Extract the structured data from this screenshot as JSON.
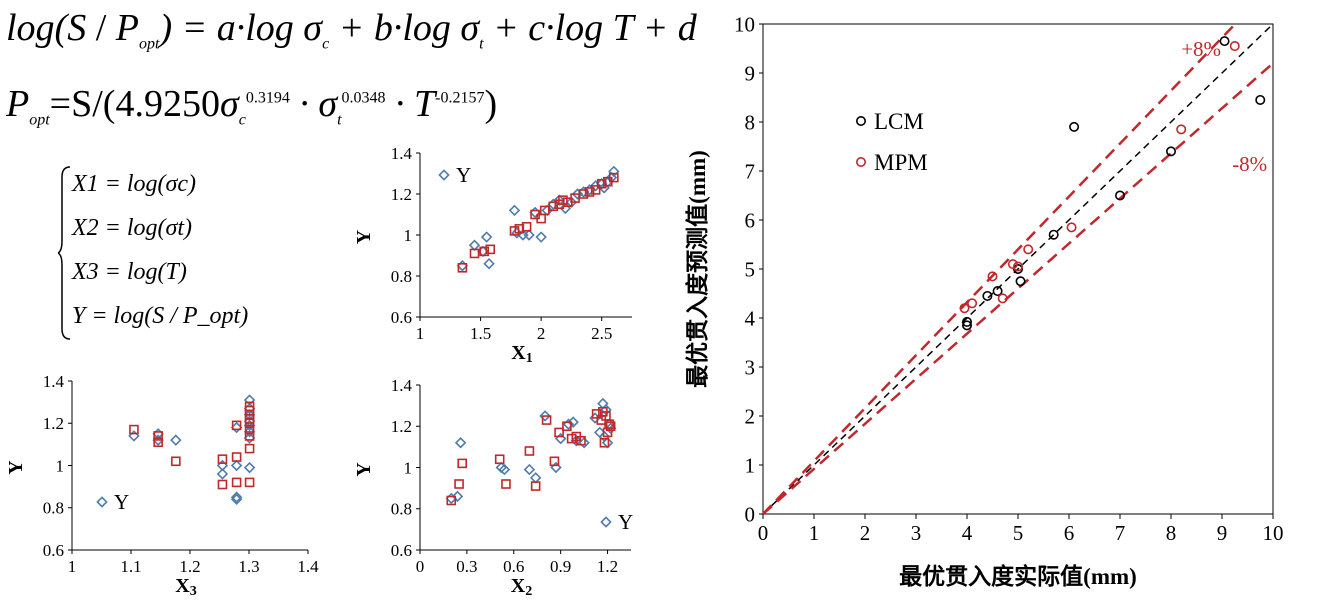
{
  "equations": {
    "model": "log(S / P_opt) = a·log σc + b·log σt + c·log T + d",
    "fit": "P_opt = S/(4.9250 σc^0.3194 · σt^0.0348 · T^-0.2157)",
    "fit_coef": "4.9250",
    "fit_exp_c": "0.3194",
    "fit_exp_t": "0.0348",
    "fit_exp_T": "-0.2157",
    "system": [
      "X1 = log(σc)",
      "X2 = log(σt)",
      "X3 = log(T)",
      "Y = log(S / P_opt)"
    ]
  },
  "chart_data": [
    {
      "id": "x1",
      "type": "scatter",
      "xlabel": "X1",
      "ylabel": "Y",
      "xlim": [
        1,
        2.75
      ],
      "ylim": [
        0.6,
        1.4
      ],
      "xticks": [
        1,
        1.5,
        2,
        2.5
      ],
      "xtick_labels": [
        "1",
        "1.5",
        "2",
        "2.5"
      ],
      "yticks": [
        0.6,
        0.8,
        1,
        1.2,
        1.4
      ],
      "ytick_labels": [
        "0.6",
        "0.8",
        "1",
        "1.2",
        "1.4"
      ],
      "legend_label": "Y",
      "legend_position": "top-left",
      "series": [
        {
          "marker": "diamond",
          "color": "#4f7cac",
          "points": [
            [
              1.35,
              0.85
            ],
            [
              1.45,
              0.95
            ],
            [
              1.52,
              0.92
            ],
            [
              1.55,
              0.99
            ],
            [
              1.57,
              0.86
            ],
            [
              1.78,
              1.12
            ],
            [
              1.8,
              1.01
            ],
            [
              1.85,
              1.0
            ],
            [
              1.9,
              1.0
            ],
            [
              1.95,
              1.11
            ],
            [
              2.0,
              0.99
            ],
            [
              2.05,
              1.12
            ],
            [
              2.1,
              1.15
            ],
            [
              2.15,
              1.17
            ],
            [
              2.2,
              1.13
            ],
            [
              2.25,
              1.16
            ],
            [
              2.3,
              1.2
            ],
            [
              2.35,
              1.21
            ],
            [
              2.4,
              1.22
            ],
            [
              2.45,
              1.24
            ],
            [
              2.5,
              1.25
            ],
            [
              2.52,
              1.23
            ],
            [
              2.55,
              1.26
            ],
            [
              2.58,
              1.28
            ],
            [
              2.6,
              1.31
            ]
          ]
        },
        {
          "marker": "square",
          "color": "#c0282c",
          "points": [
            [
              1.35,
              0.84
            ],
            [
              1.45,
              0.91
            ],
            [
              1.53,
              0.92
            ],
            [
              1.58,
              0.93
            ],
            [
              1.78,
              1.02
            ],
            [
              1.82,
              1.03
            ],
            [
              1.88,
              1.04
            ],
            [
              1.95,
              1.1
            ],
            [
              2.0,
              1.08
            ],
            [
              2.03,
              1.12
            ],
            [
              2.1,
              1.14
            ],
            [
              2.15,
              1.15
            ],
            [
              2.18,
              1.17
            ],
            [
              2.22,
              1.16
            ],
            [
              2.28,
              1.18
            ],
            [
              2.35,
              1.2
            ],
            [
              2.4,
              1.21
            ],
            [
              2.45,
              1.22
            ],
            [
              2.5,
              1.25
            ],
            [
              2.55,
              1.26
            ],
            [
              2.6,
              1.28
            ]
          ]
        }
      ]
    },
    {
      "id": "x3",
      "type": "scatter",
      "xlabel": "X3",
      "ylabel": "Y",
      "xlim": [
        1,
        1.4
      ],
      "ylim": [
        0.6,
        1.4
      ],
      "xticks": [
        1,
        1.1,
        1.2,
        1.3,
        1.4
      ],
      "xtick_labels": [
        "1",
        "1.1",
        "1.2",
        "1.3",
        "1.4"
      ],
      "yticks": [
        0.6,
        0.8,
        1,
        1.2,
        1.4
      ],
      "ytick_labels": [
        "0.6",
        "0.8",
        "1",
        "1.2",
        "1.4"
      ],
      "legend_label": "Y",
      "legend_position": "bottom-left",
      "series": [
        {
          "marker": "diamond",
          "color": "#4f7cac",
          "points": [
            [
              1.105,
              1.14
            ],
            [
              1.146,
              1.12
            ],
            [
              1.146,
              1.15
            ],
            [
              1.176,
              1.12
            ],
            [
              1.255,
              0.96
            ],
            [
              1.255,
              1.0
            ],
            [
              1.279,
              0.85
            ],
            [
              1.279,
              0.84
            ],
            [
              1.279,
              1.0
            ],
            [
              1.279,
              1.18
            ],
            [
              1.301,
              0.99
            ],
            [
              1.301,
              1.13
            ],
            [
              1.301,
              1.16
            ],
            [
              1.301,
              1.19
            ],
            [
              1.301,
              1.21
            ],
            [
              1.301,
              1.24
            ],
            [
              1.301,
              1.27
            ],
            [
              1.301,
              1.31
            ]
          ]
        },
        {
          "marker": "square",
          "color": "#c0282c",
          "points": [
            [
              1.105,
              1.17
            ],
            [
              1.146,
              1.11
            ],
            [
              1.146,
              1.14
            ],
            [
              1.176,
              1.02
            ],
            [
              1.255,
              0.91
            ],
            [
              1.255,
              1.03
            ],
            [
              1.279,
              0.92
            ],
            [
              1.279,
              1.04
            ],
            [
              1.279,
              1.19
            ],
            [
              1.301,
              0.92
            ],
            [
              1.301,
              1.08
            ],
            [
              1.301,
              1.14
            ],
            [
              1.301,
              1.17
            ],
            [
              1.301,
              1.2
            ],
            [
              1.301,
              1.22
            ],
            [
              1.301,
              1.24
            ],
            [
              1.301,
              1.26
            ],
            [
              1.301,
              1.28
            ]
          ]
        }
      ]
    },
    {
      "id": "x2",
      "type": "scatter",
      "xlabel": "X2",
      "ylabel": "Y",
      "xlim": [
        0,
        1.35
      ],
      "ylim": [
        0.6,
        1.4
      ],
      "xticks": [
        0,
        0.3,
        0.6,
        0.9,
        1.2
      ],
      "xtick_labels": [
        "0",
        "0.3",
        "0.6",
        "0.9",
        "1.2"
      ],
      "yticks": [
        0.6,
        0.8,
        1,
        1.2,
        1.4
      ],
      "ytick_labels": [
        "0.6",
        "0.8",
        "1",
        "1.2",
        "1.4"
      ],
      "legend_label": "Y",
      "legend_position": "bottom-right",
      "series": [
        {
          "marker": "diamond",
          "color": "#4f7cac",
          "points": [
            [
              0.2,
              0.85
            ],
            [
              0.24,
              0.86
            ],
            [
              0.26,
              1.12
            ],
            [
              0.52,
              1.0
            ],
            [
              0.54,
              0.99
            ],
            [
              0.7,
              0.99
            ],
            [
              0.74,
              0.95
            ],
            [
              0.8,
              1.25
            ],
            [
              0.87,
              1.0
            ],
            [
              0.9,
              1.14
            ],
            [
              0.95,
              1.21
            ],
            [
              0.98,
              1.22
            ],
            [
              1.0,
              1.13
            ],
            [
              1.05,
              1.12
            ],
            [
              1.12,
              1.24
            ],
            [
              1.15,
              1.17
            ],
            [
              1.17,
              1.31
            ],
            [
              1.18,
              1.15
            ],
            [
              1.19,
              1.28
            ],
            [
              1.2,
              1.12
            ],
            [
              1.21,
              1.21
            ],
            [
              1.22,
              1.19
            ]
          ]
        },
        {
          "marker": "square",
          "color": "#c0282c",
          "points": [
            [
              0.2,
              0.84
            ],
            [
              0.25,
              0.92
            ],
            [
              0.27,
              1.02
            ],
            [
              0.51,
              1.04
            ],
            [
              0.55,
              0.92
            ],
            [
              0.7,
              1.08
            ],
            [
              0.74,
              0.91
            ],
            [
              0.81,
              1.23
            ],
            [
              0.86,
              1.03
            ],
            [
              0.89,
              1.17
            ],
            [
              0.94,
              1.2
            ],
            [
              0.97,
              1.14
            ],
            [
              1.0,
              1.15
            ],
            [
              1.03,
              1.13
            ],
            [
              1.13,
              1.26
            ],
            [
              1.16,
              1.23
            ],
            [
              1.17,
              1.27
            ],
            [
              1.18,
              1.12
            ],
            [
              1.19,
              1.25
            ],
            [
              1.2,
              1.17
            ],
            [
              1.21,
              1.21
            ],
            [
              1.22,
              1.2
            ]
          ]
        }
      ]
    },
    {
      "id": "main",
      "type": "scatter",
      "xlabel": "最优贯入度实际值(mm)",
      "ylabel": "最优贯入度预测值(mm)",
      "xlim": [
        0,
        10
      ],
      "ylim": [
        0,
        10
      ],
      "xticks": [
        0,
        1,
        2,
        3,
        4,
        5,
        6,
        7,
        8,
        9,
        10
      ],
      "xtick_labels": [
        "0",
        "1",
        "2",
        "3",
        "4",
        "5",
        "6",
        "7",
        "8",
        "9",
        "10"
      ],
      "yticks": [
        0,
        1,
        2,
        3,
        4,
        5,
        6,
        7,
        8,
        9,
        10
      ],
      "ytick_labels": [
        "0",
        "1",
        "2",
        "3",
        "4",
        "5",
        "6",
        "7",
        "8",
        "9",
        "10"
      ],
      "legend_position": "upper-left",
      "reference_lines": [
        {
          "slope": 1.0,
          "color": "#000000",
          "label": ""
        },
        {
          "slope": 1.08,
          "color": "#c0282c",
          "label": "+8%"
        },
        {
          "slope": 0.92,
          "color": "#c0282c",
          "label": "-8%"
        }
      ],
      "series": [
        {
          "name": "LCM",
          "marker": "circle",
          "color": "#000000",
          "points": [
            [
              4.0,
              3.85
            ],
            [
              4.0,
              3.92
            ],
            [
              4.4,
              4.45
            ],
            [
              4.6,
              4.55
            ],
            [
              5.0,
              5.0
            ],
            [
              5.05,
              4.75
            ],
            [
              5.7,
              5.7
            ],
            [
              6.1,
              7.9
            ],
            [
              7.0,
              6.5
            ],
            [
              8.0,
              7.4
            ],
            [
              9.05,
              9.65
            ],
            [
              9.75,
              8.45
            ]
          ]
        },
        {
          "name": "MPM",
          "marker": "circle",
          "color": "#c0282c",
          "points": [
            [
              3.95,
              4.2
            ],
            [
              4.1,
              4.3
            ],
            [
              4.5,
              4.85
            ],
            [
              4.7,
              4.4
            ],
            [
              4.9,
              5.1
            ],
            [
              5.0,
              5.05
            ],
            [
              5.2,
              5.4
            ],
            [
              6.05,
              5.85
            ],
            [
              8.2,
              7.85
            ],
            [
              9.25,
              9.55
            ]
          ]
        }
      ]
    }
  ]
}
